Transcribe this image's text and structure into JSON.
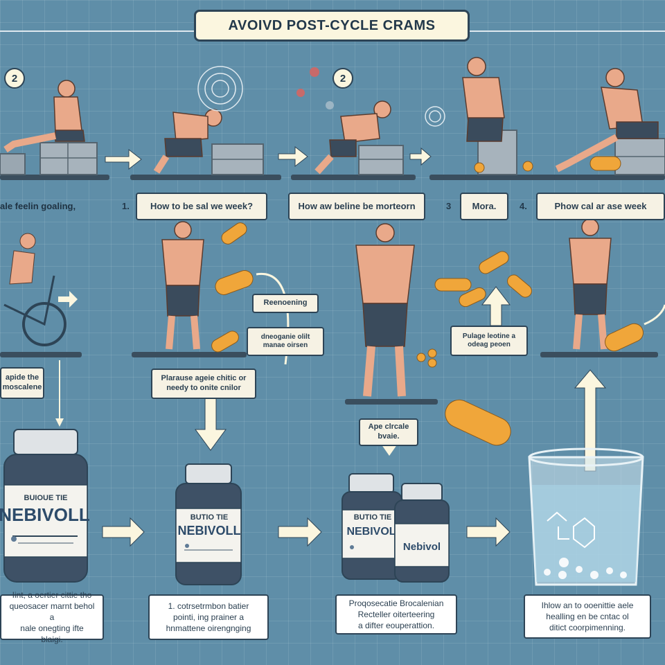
{
  "title": "AVOIVD POST-CYCLE CRAMS",
  "step_badges": [
    "2",
    "2"
  ],
  "row1_captions": {
    "c1": "ale feelin goaling,",
    "n1": "1.",
    "c2": "How to be sal we week?",
    "c3": "How aw beline be morteorn",
    "n3": "3",
    "c4": "Mora.",
    "n4": "4.",
    "c5": "Phow cal ar ase week"
  },
  "row2_labels": {
    "l1": "apide the\nmoscalene",
    "l2": "Reenoening",
    "l3": "dneoganie olilt\nmanae oirsen",
    "l4": "Plarause ageie chitic or\nneedy to onite cnilor",
    "l5": "Pulage leotine a\nodeag peoen",
    "l6": "Ape clrcale\nbvaie."
  },
  "bottles": {
    "b1_line": "BUIOUE TIE",
    "b1_brand": "NEBIVOLL",
    "b2_line": "BUTIO TIE",
    "b2_brand": "NEBIVOLL",
    "b3_line": "BUTIO TIE",
    "b3_brand": "NEBIVOL",
    "b4_brand": "Nebivol"
  },
  "bottom_captions": {
    "t1": "Iint, a oertier cittie tho\nqueosacer marnt behol a\nnale onegting ifte blaigi.",
    "t2": "1. cotrsetrmbon batier\npointi, ing prainer a\nhnmattene oirengnging",
    "t3": "Proqosecatie Brocalenian\nRecteller oiterteering\na difter eouperattion.",
    "t4": "Ihlow an to ooenittie aele\nhealling en be cntac ol\nditict coorpimenning."
  },
  "colors": {
    "background": "#5f8ea8",
    "panel_cream": "#fbf6df",
    "outline": "#2d4456",
    "skin": "#e9a98a",
    "shorts": "#3a4b5c",
    "capsule_orange": "#f0a63a",
    "bottle_dark": "#3e5166"
  }
}
